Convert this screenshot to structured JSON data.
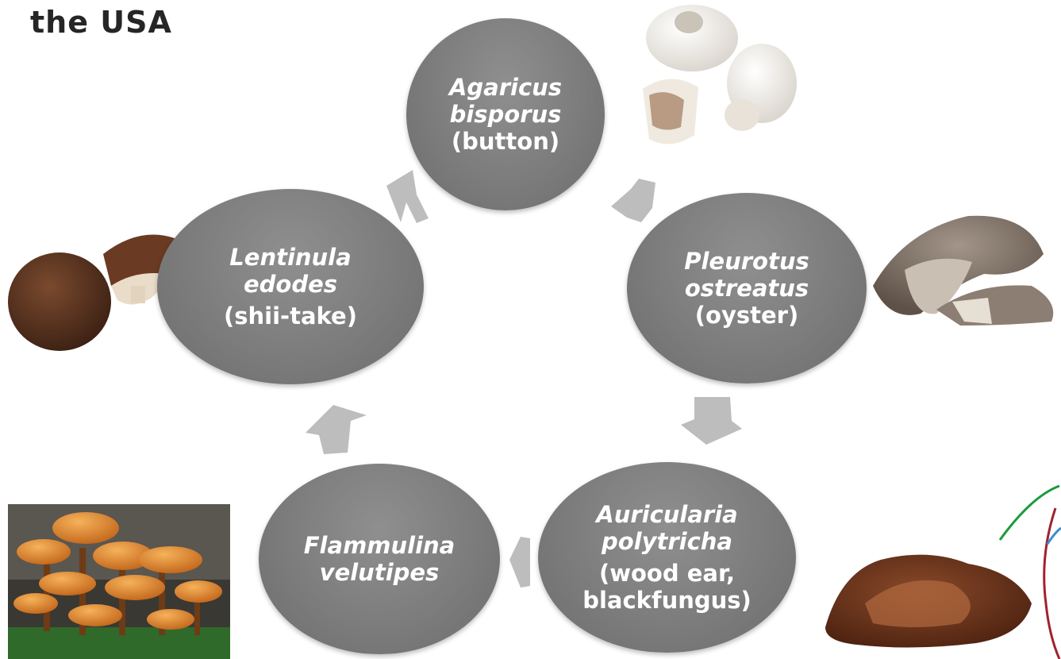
{
  "title": "the USA",
  "cycle": [
    {
      "id": "agaricus",
      "name_line1": "Agaricus",
      "name_line2": "bisporus",
      "common": "(button)"
    },
    {
      "id": "pleurotus",
      "name_line1": "Pleurotus",
      "name_line2": "ostreatus",
      "common": "(oyster)"
    },
    {
      "id": "auricularia",
      "name_line1": "Auricularia",
      "name_line2": "polytricha",
      "common_line1": "(wood ear,",
      "common_line2": "blackfungus)"
    },
    {
      "id": "flammulina",
      "name_line1": "Flammulina",
      "name_line2": "velutipes"
    },
    {
      "id": "lentinula",
      "name_line1": "Lentinula",
      "name_line2": "edodes",
      "common": "(shii-take)"
    }
  ],
  "colors": {
    "node": "#7c7c7c",
    "arrow": "#bdbdbd",
    "text": "#ffffff",
    "title": "#262626"
  },
  "images": [
    {
      "name": "button-mushroom-photo",
      "alt": "button mushrooms"
    },
    {
      "name": "oyster-mushroom-photo",
      "alt": "oyster mushrooms"
    },
    {
      "name": "wood-ear-photo",
      "alt": "wood ear fungus"
    },
    {
      "name": "enoki-photo",
      "alt": "velvet shank mushrooms"
    },
    {
      "name": "shiitake-photo",
      "alt": "shiitake mushrooms"
    }
  ]
}
